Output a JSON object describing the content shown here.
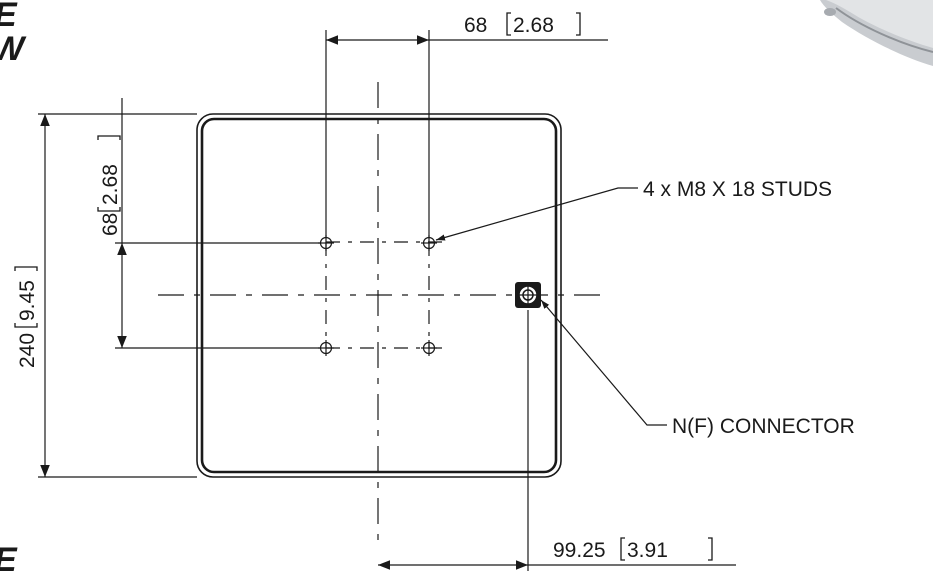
{
  "title_fragments": {
    "top_line1": "E",
    "top_line2": "W",
    "bottom_line1": "E"
  },
  "dimensions": {
    "studs_spacing_horizontal": {
      "mm": "68",
      "inch": "2.68"
    },
    "studs_spacing_vertical": {
      "mm": "68",
      "inch": "2.68"
    },
    "overall_height": {
      "mm": "240",
      "inch": "9.45"
    },
    "connector_offset": {
      "mm": "99.25",
      "inch": "3.91"
    }
  },
  "callouts": {
    "studs": "4 x M8 X 18 STUDS",
    "connector": "N(F) CONNECTOR"
  },
  "colors": {
    "line": "#1a1a1a",
    "background": "#ffffff",
    "product_gray": "#b9bcc0"
  }
}
